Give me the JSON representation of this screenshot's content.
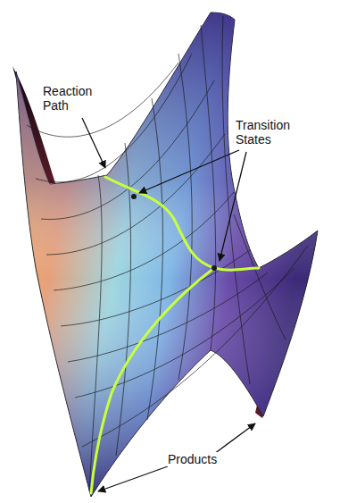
{
  "diagram": {
    "labels": [
      "Reaction Path",
      "Transition States",
      "Products"
    ]
  }
}
